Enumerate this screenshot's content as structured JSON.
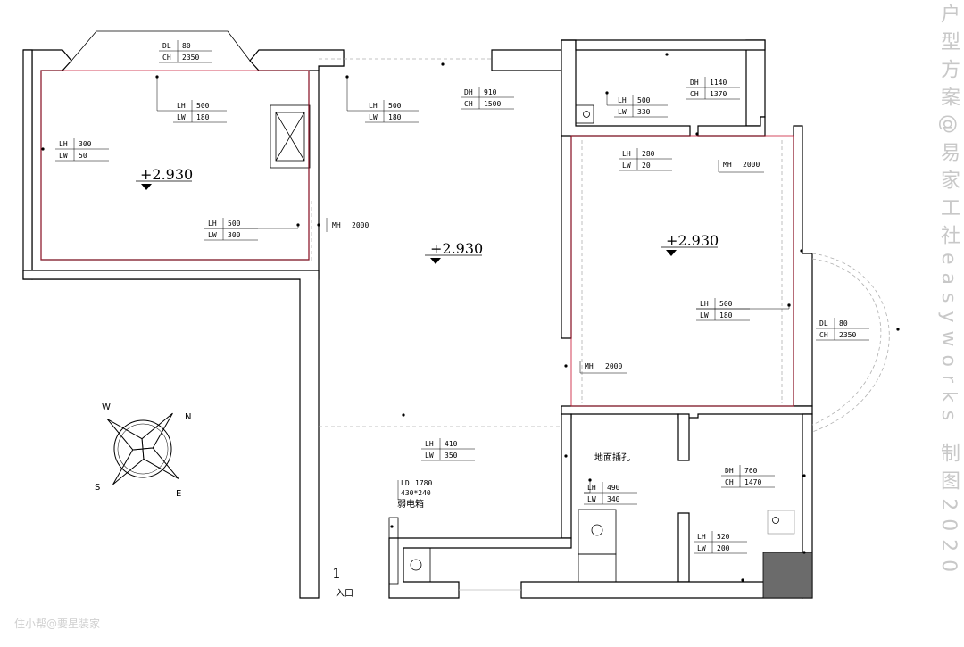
{
  "title": "户型方案@易家工社easyworks 制图2020",
  "watermark": "住小帮@要星装家",
  "entrance": {
    "number": "1",
    "label": "入口"
  },
  "levels": [
    "+2.930",
    "+2.930",
    "+2.930"
  ],
  "fixture_label": "地面插孔",
  "panel": {
    "ld": "LD",
    "ld_val": "1780",
    "size": "430*240",
    "name": "弱电箱"
  },
  "compass": {
    "n": "N",
    "s": "S",
    "e": "E",
    "w": "W"
  },
  "tags": [
    {
      "k1": "DL",
      "v1": "80",
      "k2": "CH",
      "v2": "2350"
    },
    {
      "k1": "LH",
      "v1": "500",
      "k2": "LW",
      "v2": "180"
    },
    {
      "k1": "LH",
      "v1": "300",
      "k2": "LW",
      "v2": "50"
    },
    {
      "k1": "LH",
      "v1": "500",
      "k2": "LW",
      "v2": "300"
    },
    {
      "k1": "LH",
      "v1": "500",
      "k2": "LW",
      "v2": "180"
    },
    {
      "k1": "DH",
      "v1": "910",
      "k2": "CH",
      "v2": "1500"
    },
    {
      "k1": "LH",
      "v1": "500",
      "k2": "LW",
      "v2": "330"
    },
    {
      "k1": "DH",
      "v1": "1140",
      "k2": "CH",
      "v2": "1370"
    },
    {
      "k1": "LH",
      "v1": "280",
      "k2": "LW",
      "v2": "20"
    },
    {
      "k1": "LH",
      "v1": "500",
      "k2": "LW",
      "v2": "180"
    },
    {
      "k1": "DL",
      "v1": "80",
      "k2": "CH",
      "v2": "2350"
    },
    {
      "k1": "LH",
      "v1": "410",
      "k2": "LW",
      "v2": "350"
    },
    {
      "k1": "LH",
      "v1": "490",
      "k2": "LW",
      "v2": "340"
    },
    {
      "k1": "DH",
      "v1": "760",
      "k2": "CH",
      "v2": "1470"
    },
    {
      "k1": "LH",
      "v1": "520",
      "k2": "LW",
      "v2": "200"
    }
  ],
  "mh_tags": [
    {
      "k": "MH",
      "v": "2000"
    },
    {
      "k": "MH",
      "v": "2000"
    },
    {
      "k": "MH",
      "v": "2000"
    }
  ]
}
